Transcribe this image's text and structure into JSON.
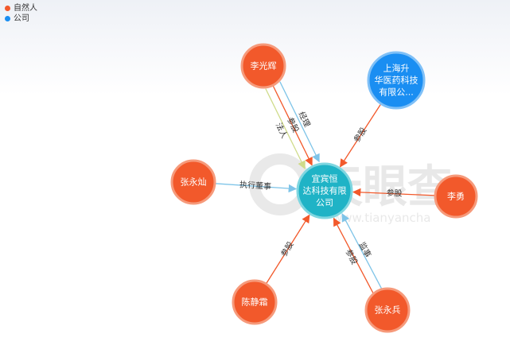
{
  "legend": [
    {
      "label": "自然人",
      "color": "#f2592b"
    },
    {
      "label": "公司",
      "color": "#1a8ef2"
    }
  ],
  "watermark": {
    "main": "天眼查",
    "sub": "www.tianyancha"
  },
  "colors": {
    "person_fill": "#f2592b",
    "person_stroke": "#f69a7b",
    "company_fill": "#1a8ef2",
    "company_stroke": "#7fc0f7",
    "center_fill": "#1fb3c6",
    "center_stroke": "#7fd6e0",
    "edge_invest": "#f2592b",
    "edge_manage": "#7ec4e8",
    "edge_legal": "#cfdb8a"
  },
  "nodes": [
    {
      "id": "center",
      "kind": "center",
      "lines": [
        "宜宾恒",
        "达科技有限",
        "公司"
      ]
    },
    {
      "id": "li_guanghui",
      "kind": "person",
      "lines": [
        "李光辉"
      ]
    },
    {
      "id": "shanghai",
      "kind": "company",
      "lines": [
        "上海升",
        "华医药科技",
        "有限公..."
      ]
    },
    {
      "id": "zhang_yongcan",
      "kind": "person",
      "lines": [
        "张永灿"
      ]
    },
    {
      "id": "li_yong",
      "kind": "person",
      "lines": [
        "李勇"
      ]
    },
    {
      "id": "chen_jingshuang",
      "kind": "person",
      "lines": [
        "陈静霜"
      ]
    },
    {
      "id": "zhang_yongbing",
      "kind": "person",
      "lines": [
        "张永兵"
      ]
    }
  ],
  "edges": [
    {
      "from": "li_guanghui",
      "type": "manage",
      "label": "经理"
    },
    {
      "from": "li_guanghui",
      "type": "invest",
      "label": "参股"
    },
    {
      "from": "li_guanghui",
      "type": "legal",
      "label": "法人"
    },
    {
      "from": "shanghai",
      "type": "invest",
      "label": "参股"
    },
    {
      "from": "zhang_yongcan",
      "type": "manage",
      "label": "执行董事"
    },
    {
      "from": "li_yong",
      "type": "invest",
      "label": "参股"
    },
    {
      "from": "chen_jingshuang",
      "type": "invest",
      "label": "参股"
    },
    {
      "from": "zhang_yongbing",
      "type": "invest",
      "label": "参股"
    },
    {
      "from": "zhang_yongbing",
      "type": "manage",
      "label": "监事"
    }
  ]
}
